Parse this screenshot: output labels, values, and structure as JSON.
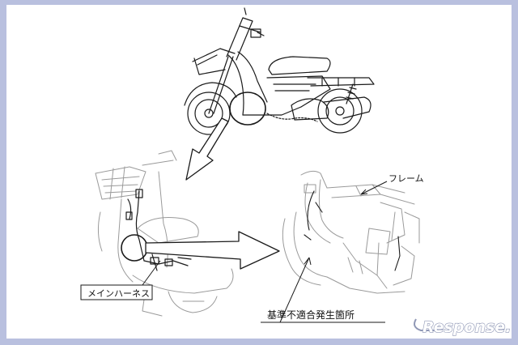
{
  "labels": {
    "frame": "フレーム",
    "main_harness": "メインハーネス",
    "defect_location": "基準不適合発生箇所"
  },
  "watermark": {
    "text": "Response."
  },
  "colors": {
    "background": "#b9c0df",
    "canvas": "#ffffff",
    "line": "#1a1a1a",
    "faint_line": "#9a9a9a",
    "watermark_stroke": "#8f97b5"
  }
}
